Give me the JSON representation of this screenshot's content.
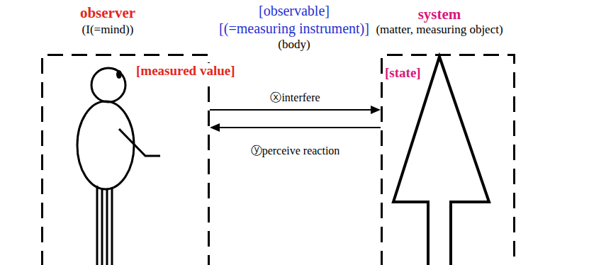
{
  "diagram": {
    "nodes": [
      {
        "text": [
          "observer",
          "(I(=mind))"
        ]
      },
      {
        "text": [
          "system",
          "(matter, measuring object)"
        ]
      }
    ],
    "edges": [
      {
        "from": 0,
        "to": 1,
        "arrow": "to",
        "label": "ⓧinterfere"
      },
      {
        "from": 1,
        "to": 0,
        "arrow": "to",
        "label": "ⓨperceive reaction"
      }
    ],
    "labels": [
      "[observable]",
      "[(=measuring instrument)]",
      "(body)",
      "[measured value]",
      "[state]"
    ]
  }
}
